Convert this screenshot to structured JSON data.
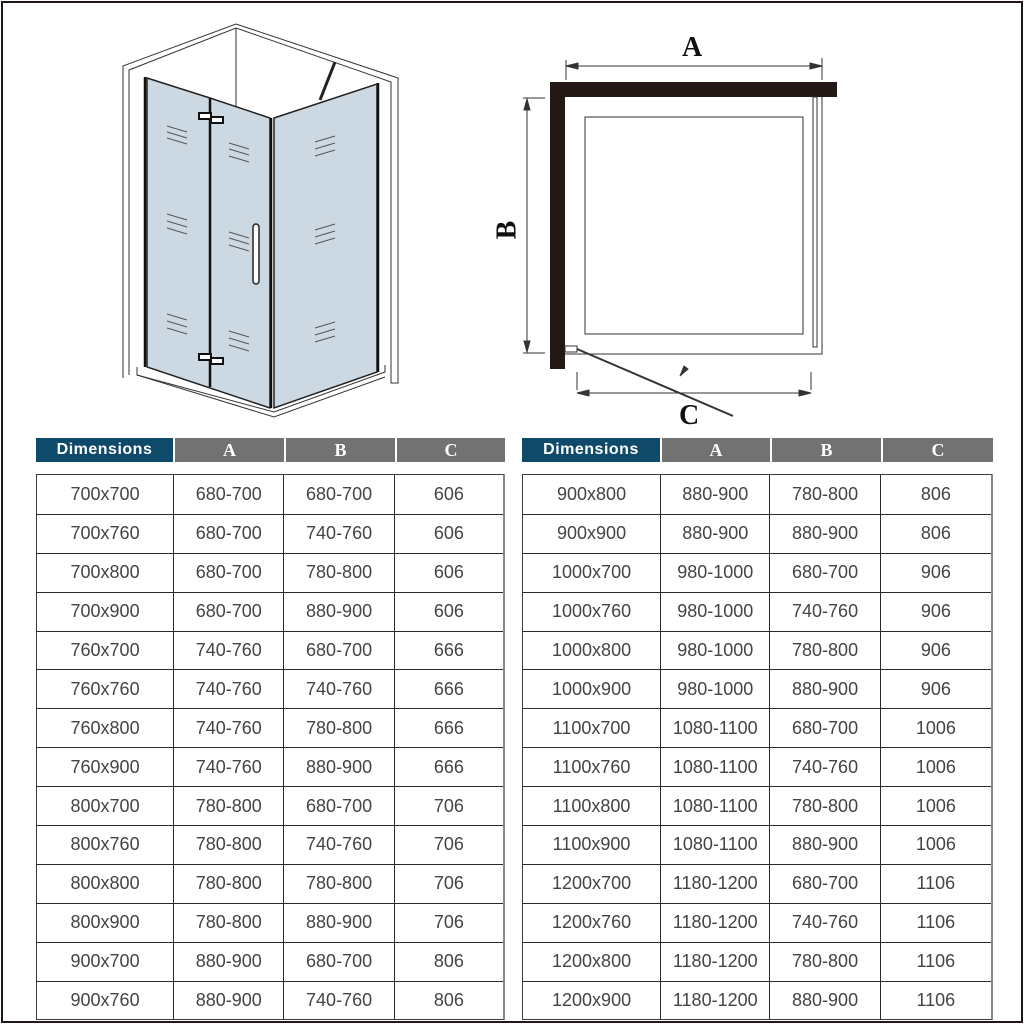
{
  "diagram": {
    "label_a": "A",
    "label_b": "B",
    "label_c": "C",
    "glass_color": "#cdd9e2"
  },
  "colors": {
    "header_primary": "#0f4a6b",
    "header_secondary": "#727272",
    "text": "#444444"
  },
  "tables": {
    "left": {
      "headers": [
        "Dimensions",
        "A",
        "B",
        "C"
      ],
      "rows": [
        [
          "700x700",
          "680-700",
          "680-700",
          "606"
        ],
        [
          "700x760",
          "680-700",
          "740-760",
          "606"
        ],
        [
          "700x800",
          "680-700",
          "780-800",
          "606"
        ],
        [
          "700x900",
          "680-700",
          "880-900",
          "606"
        ],
        [
          "760x700",
          "740-760",
          "680-700",
          "666"
        ],
        [
          "760x760",
          "740-760",
          "740-760",
          "666"
        ],
        [
          "760x800",
          "740-760",
          "780-800",
          "666"
        ],
        [
          "760x900",
          "740-760",
          "880-900",
          "666"
        ],
        [
          "800x700",
          "780-800",
          "680-700",
          "706"
        ],
        [
          "800x760",
          "780-800",
          "740-760",
          "706"
        ],
        [
          "800x800",
          "780-800",
          "780-800",
          "706"
        ],
        [
          "800x900",
          "780-800",
          "880-900",
          "706"
        ],
        [
          "900x700",
          "880-900",
          "680-700",
          "806"
        ],
        [
          "900x760",
          "880-900",
          "740-760",
          "806"
        ]
      ]
    },
    "right": {
      "headers": [
        "Dimensions",
        "A",
        "B",
        "C"
      ],
      "rows": [
        [
          "900x800",
          "880-900",
          "780-800",
          "806"
        ],
        [
          "900x900",
          "880-900",
          "880-900",
          "806"
        ],
        [
          "1000x700",
          "980-1000",
          "680-700",
          "906"
        ],
        [
          "1000x760",
          "980-1000",
          "740-760",
          "906"
        ],
        [
          "1000x800",
          "980-1000",
          "780-800",
          "906"
        ],
        [
          "1000x900",
          "980-1000",
          "880-900",
          "906"
        ],
        [
          "1100x700",
          "1080-1100",
          "680-700",
          "1006"
        ],
        [
          "1100x760",
          "1080-1100",
          "740-760",
          "1006"
        ],
        [
          "1100x800",
          "1080-1100",
          "780-800",
          "1006"
        ],
        [
          "1100x900",
          "1080-1100",
          "880-900",
          "1006"
        ],
        [
          "1200x700",
          "1180-1200",
          "680-700",
          "1106"
        ],
        [
          "1200x760",
          "1180-1200",
          "740-760",
          "1106"
        ],
        [
          "1200x800",
          "1180-1200",
          "780-800",
          "1106"
        ],
        [
          "1200x900",
          "1180-1200",
          "880-900",
          "1106"
        ]
      ]
    }
  }
}
